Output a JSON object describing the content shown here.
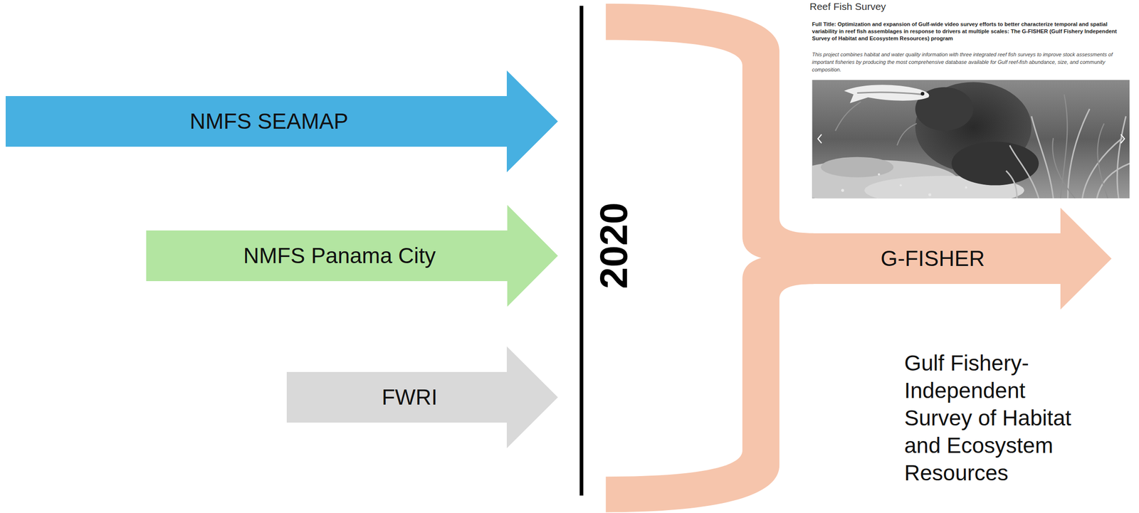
{
  "diagram": {
    "nodes": [
      {
        "text": [
          "NMFS SEAMAP"
        ]
      },
      {
        "text": [
          "NMFS Panama City"
        ]
      },
      {
        "text": [
          "FWRI"
        ]
      },
      {
        "text": [
          "G-FISHER"
        ]
      }
    ],
    "labels": [
      "2020",
      "Reef Fish Survey",
      "Full Title: Optimization and expansion of Gulf-wide video survey efforts to better characterize temporal and spatial variability in reef fish assemblages in response to drivers at multiple scales: The G-FISHER (Gulf Fishery Independent Survey of Habitat and Ecosystem Resources) program",
      "This project combines habitat and water quality information with three integrated reef fish surveys to improve stock assessments of important fisheries by producing the most comprehensive database available for Gulf reef-fish abundance, size, and community composition.",
      "Gulf Fishery-Independent Survey of Habitat and Ecosystem Resources"
    ]
  }
}
